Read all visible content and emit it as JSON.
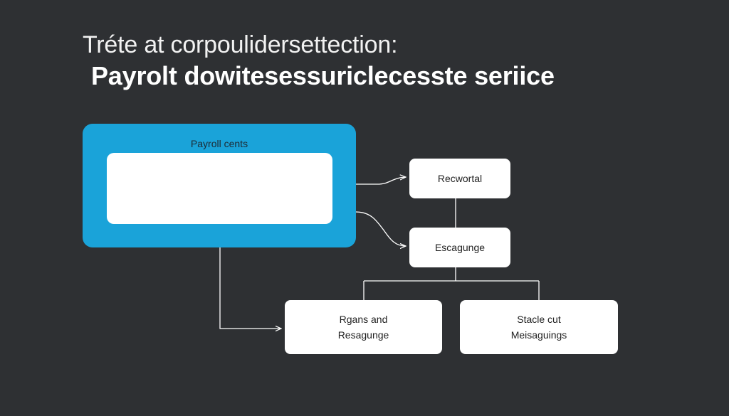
{
  "title": {
    "line1": "Tréte at corpoulidersettection:",
    "line2": "Payrolt dowitesessuriclecesste seriice"
  },
  "source_panel": {
    "title": "Payroll cents"
  },
  "nodes": {
    "recwortal": {
      "label": "Recwortal"
    },
    "escagunge": {
      "label": "Escagunge"
    },
    "rgans": {
      "line1": "Rgans and",
      "line2": "Resagunge"
    },
    "stacle": {
      "line1": "Stacle cut",
      "line2": "Meisaguings"
    }
  },
  "colors": {
    "background": "#2e3033",
    "panel_accent": "#1aa3d9",
    "node_fill": "#ffffff",
    "connector": "#ffffff"
  }
}
